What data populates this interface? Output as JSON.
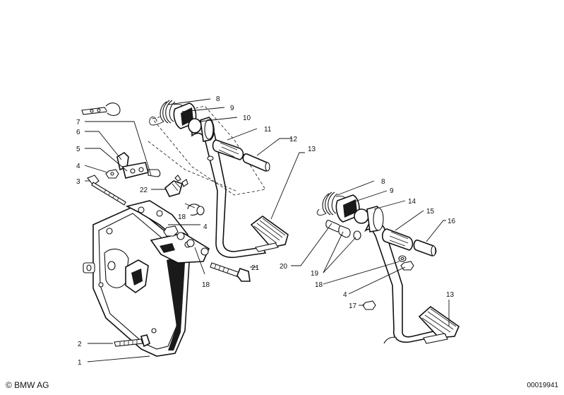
{
  "footer": {
    "copyright": "© BMW AG",
    "doc_number": "00019941"
  },
  "callouts": [
    {
      "id": "c8a",
      "text": "8"
    },
    {
      "id": "c9a",
      "text": "9"
    },
    {
      "id": "c10",
      "text": "10"
    },
    {
      "id": "c11",
      "text": "11"
    },
    {
      "id": "c12",
      "text": "12"
    },
    {
      "id": "c13a",
      "text": "13"
    },
    {
      "id": "c7",
      "text": "7"
    },
    {
      "id": "c6",
      "text": "6"
    },
    {
      "id": "c5",
      "text": "5"
    },
    {
      "id": "c4a",
      "text": "4"
    },
    {
      "id": "c3",
      "text": "3"
    },
    {
      "id": "c22",
      "text": "22"
    },
    {
      "id": "c18a",
      "text": "18"
    },
    {
      "id": "c4b",
      "text": "4"
    },
    {
      "id": "c21",
      "text": "21"
    },
    {
      "id": "c18b",
      "text": "18"
    },
    {
      "id": "c2",
      "text": "2"
    },
    {
      "id": "c1",
      "text": "1"
    },
    {
      "id": "c8b",
      "text": "8"
    },
    {
      "id": "c9b",
      "text": "9"
    },
    {
      "id": "c14",
      "text": "14"
    },
    {
      "id": "c15",
      "text": "15"
    },
    {
      "id": "c16",
      "text": "16"
    },
    {
      "id": "c20",
      "text": "20"
    },
    {
      "id": "c19",
      "text": "19"
    },
    {
      "id": "c18c",
      "text": "18"
    },
    {
      "id": "c4c",
      "text": "4"
    },
    {
      "id": "c17",
      "text": "17"
    },
    {
      "id": "c13b",
      "text": "13"
    }
  ]
}
